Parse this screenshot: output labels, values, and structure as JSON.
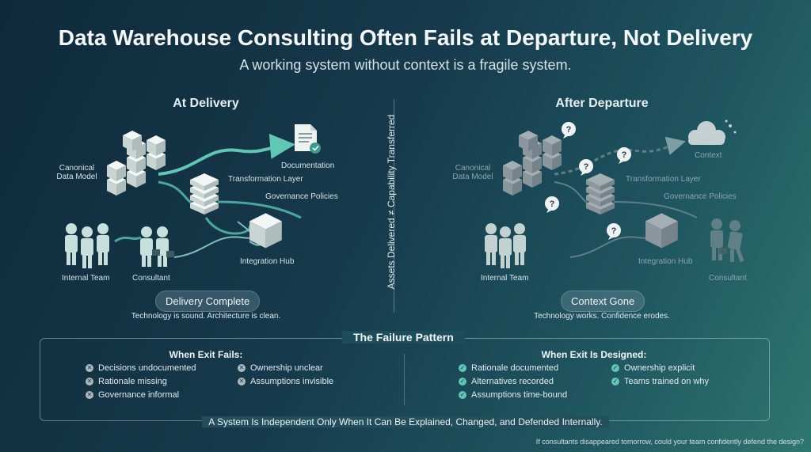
{
  "title": "Data Warehouse Consulting Often Fails at Departure, Not Delivery",
  "subtitle": "A working system without context is a fragile system.",
  "left_panel": {
    "heading": "At Delivery",
    "labels": {
      "canonical_line1": "Canonical",
      "canonical_line2": "Data Model",
      "documentation": "Documentation",
      "transformation": "Transformation Layer",
      "governance": "Governance Policies",
      "integration": "Integration Hub",
      "internal_team": "Internal Team",
      "consultant": "Consultant"
    },
    "pill": "Delivery Complete",
    "caption": "Technology is sound. Architecture is clean."
  },
  "center_label": "Assets Delivered ≠ Capability Transferred",
  "right_panel": {
    "heading": "After Departure",
    "labels": {
      "context": "Context",
      "canonical_line1": "Canonical",
      "canonical_line2": "Data Model",
      "transformation": "Transformation Layer",
      "governance": "Governance Policies",
      "integration": "Integration Hub",
      "internal_team": "Internal Team",
      "consultant": "Consultant"
    },
    "pill": "Context Gone",
    "caption": "Technology works. Confidence erodes."
  },
  "failure_pattern": {
    "title": "The Failure Pattern",
    "fails": {
      "heading": "When Exit Fails:",
      "items": [
        "Decisions undocumented",
        "Ownership unclear",
        "Rationale missing",
        "Assumptions invisible",
        "Governance informal"
      ]
    },
    "designed": {
      "heading": "When Exit Is Designed:",
      "items": [
        "Rationale documented",
        "Ownership explicit",
        "Alternatives recorded",
        "Teams trained on why",
        "Assumptions time-bound"
      ]
    },
    "footer": "A System Is Independent Only When It Can Be Explained, Changed, and Defended Internally."
  },
  "question": "If consultants disappeared tomorrow, could your team confidently defend the design?",
  "colors": {
    "accent_teal": "#5fc7b4",
    "cube_light": "#dfe7e4",
    "cube_dim": "#8a979c",
    "fail_icon": "#aeb9be"
  }
}
